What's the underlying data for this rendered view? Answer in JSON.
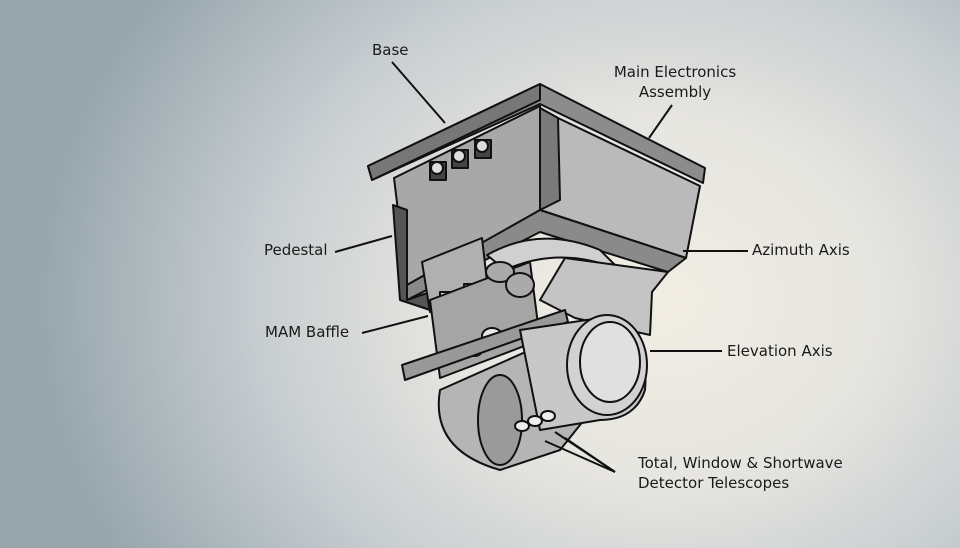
{
  "title": "Instrument diagram",
  "labels": {
    "base": "Base",
    "main_electronics_1": "Main Electronics",
    "main_electronics_2": "Assembly",
    "pedestal": "Pedestal",
    "azimuth": "Azimuth Axis",
    "mam_baffle": "MAM Baffle",
    "elevation": "Elevation Axis",
    "telescopes_1": "Total, Window & Shortwave",
    "telescopes_2": "Detector Telescopes"
  },
  "colors": {
    "line": "#111111",
    "light": "#bdbdbd",
    "mid": "#9a9a9a",
    "dark": "#5e5e5e"
  }
}
